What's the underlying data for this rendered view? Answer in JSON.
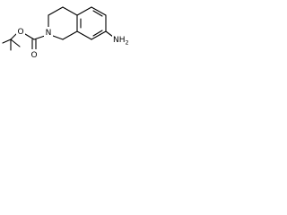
{
  "molecule": {
    "atoms": {
      "ring_nitrogen": "N",
      "ether_oxygen": "O",
      "carbonyl_oxygen": "O",
      "amine": "NH",
      "amine_subscript": "2"
    }
  }
}
